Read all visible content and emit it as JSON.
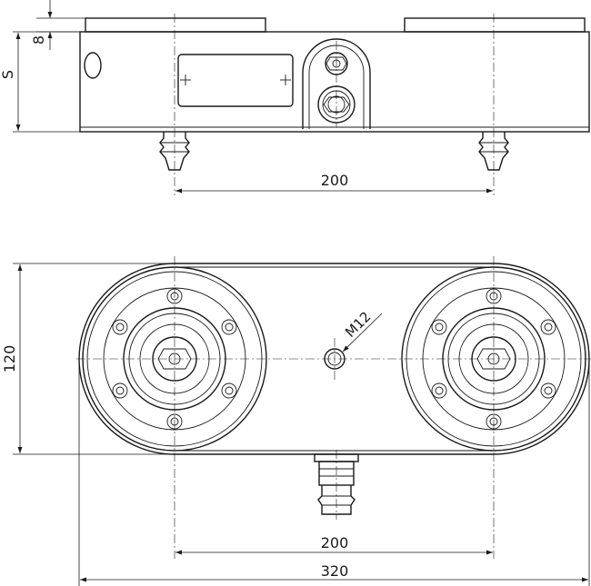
{
  "side_view": {
    "dim_offset_label": "8",
    "dim_height_label": "S",
    "dim_pin_spacing_label": "200"
  },
  "top_view": {
    "dim_width_label": "120",
    "thread_label": "M12",
    "dim_pin_spacing_label": "200",
    "dim_overall_length_label": "320"
  }
}
